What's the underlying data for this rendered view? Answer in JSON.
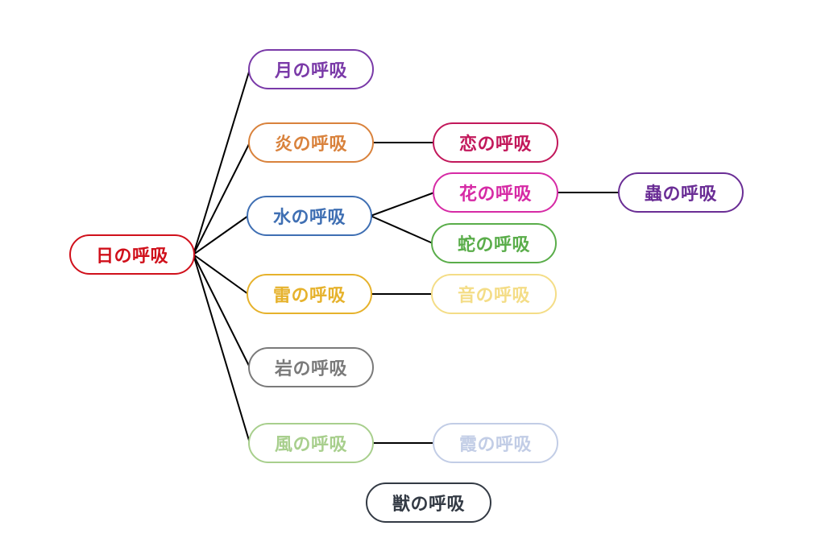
{
  "diagram": {
    "root": {
      "id": "sun",
      "label": "日の呼吸",
      "color": "#d0101b"
    },
    "nodes": [
      {
        "id": "moon",
        "label": "月の呼吸",
        "color": "#7a3aa8"
      },
      {
        "id": "flame",
        "label": "炎の呼吸",
        "color": "#d9823c"
      },
      {
        "id": "love",
        "label": "恋の呼吸",
        "color": "#c2185b"
      },
      {
        "id": "water",
        "label": "水の呼吸",
        "color": "#3f6fb3"
      },
      {
        "id": "flower",
        "label": "花の呼吸",
        "color": "#d62aa5"
      },
      {
        "id": "insect",
        "label": "蟲の呼吸",
        "color": "#6a2d95"
      },
      {
        "id": "serpent",
        "label": "蛇の呼吸",
        "color": "#5aad4a"
      },
      {
        "id": "thunder",
        "label": "雷の呼吸",
        "color": "#e6b22c"
      },
      {
        "id": "sound",
        "label": "音の呼吸",
        "color": "#f4dd87"
      },
      {
        "id": "stone",
        "label": "岩の呼吸",
        "color": "#7a7a7a"
      },
      {
        "id": "wind",
        "label": "風の呼吸",
        "color": "#a8cf8d"
      },
      {
        "id": "mist",
        "label": "霞の呼吸",
        "color": "#c2cde6"
      },
      {
        "id": "beast",
        "label": "獣の呼吸",
        "color": "#333a44"
      }
    ],
    "edges": [
      [
        "sun",
        "moon"
      ],
      [
        "sun",
        "flame"
      ],
      [
        "sun",
        "water"
      ],
      [
        "sun",
        "thunder"
      ],
      [
        "sun",
        "stone"
      ],
      [
        "sun",
        "wind"
      ],
      [
        "flame",
        "love"
      ],
      [
        "water",
        "flower"
      ],
      [
        "water",
        "serpent"
      ],
      [
        "flower",
        "insect"
      ],
      [
        "thunder",
        "sound"
      ],
      [
        "wind",
        "mist"
      ]
    ],
    "edge_color": "#000000"
  }
}
